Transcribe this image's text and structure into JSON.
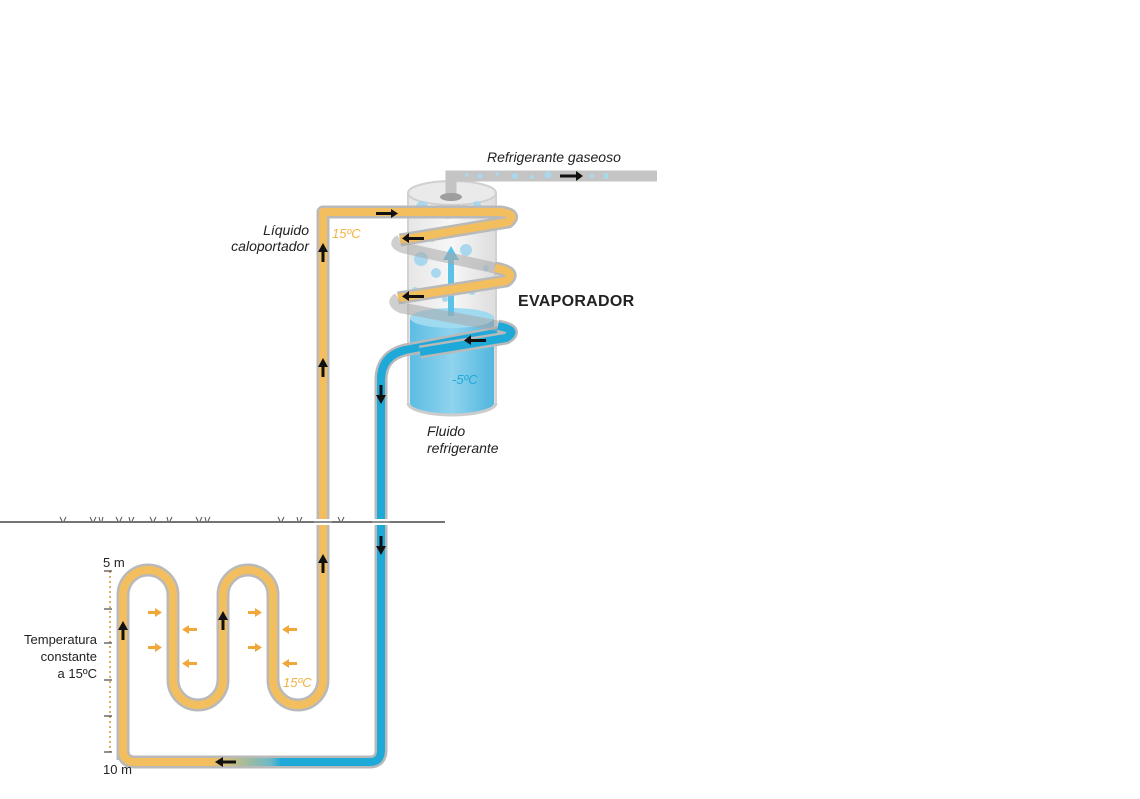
{
  "labels": {
    "refrigerant_gas": "Refrigerante gaseoso",
    "heat_carrier_line1": "Líquido",
    "heat_carrier_line2": "caloportador",
    "evaporator": "EVAPORADOR",
    "refrigerant_fluid_line1": "Fluido",
    "refrigerant_fluid_line2": "refrigerante",
    "ground_temp_line1": "Temperatura",
    "ground_temp_line2": "constante",
    "ground_temp_line3": "a 15ºC",
    "depth_top": "5 m",
    "depth_bottom": "10 m",
    "temp_top": "15ºC",
    "temp_ground": "15ºC",
    "temp_evaporator": "-5ºC"
  },
  "colors": {
    "warm_fluid": "#f3bf5e",
    "cold_fluid": "#1fa9d9",
    "pipe_outline": "#b9b9b9",
    "gas_pipe": "#c4c4c4",
    "tank_water": "#6cc3e6",
    "ground_line": "#222222"
  },
  "icons": [
    "flow-arrow-icon",
    "heat-arrow-icon",
    "grass-tuft-icon",
    "bubble-icon"
  ]
}
